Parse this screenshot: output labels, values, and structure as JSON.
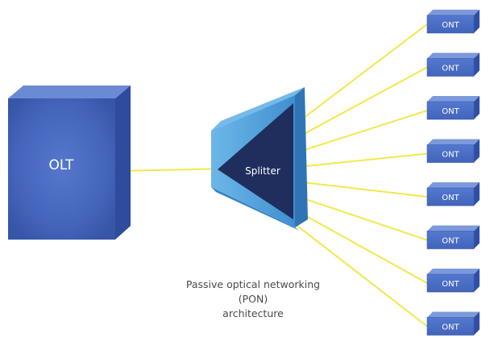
{
  "olt": {
    "label": "OLT"
  },
  "splitter": {
    "label": "Splitter"
  },
  "onts": [
    {
      "label": "ONT"
    },
    {
      "label": "ONT"
    },
    {
      "label": "ONT"
    },
    {
      "label": "ONT"
    },
    {
      "label": "ONT"
    },
    {
      "label": "ONT"
    },
    {
      "label": "ONT"
    },
    {
      "label": "ONT"
    }
  ],
  "caption": {
    "line1": "Passive optical networking (PON)",
    "line2": "architecture"
  },
  "colors": {
    "fiber": "#f2e84a",
    "olt_front": "#3e5fb6",
    "ont_front": "#4a6fc6",
    "splitter_body": "#4a9fd8",
    "splitter_core": "#1f2e5c"
  },
  "icons": {
    "olt": "olt-box-icon",
    "splitter": "splitter-prism-icon",
    "ont": "ont-box-icon"
  }
}
